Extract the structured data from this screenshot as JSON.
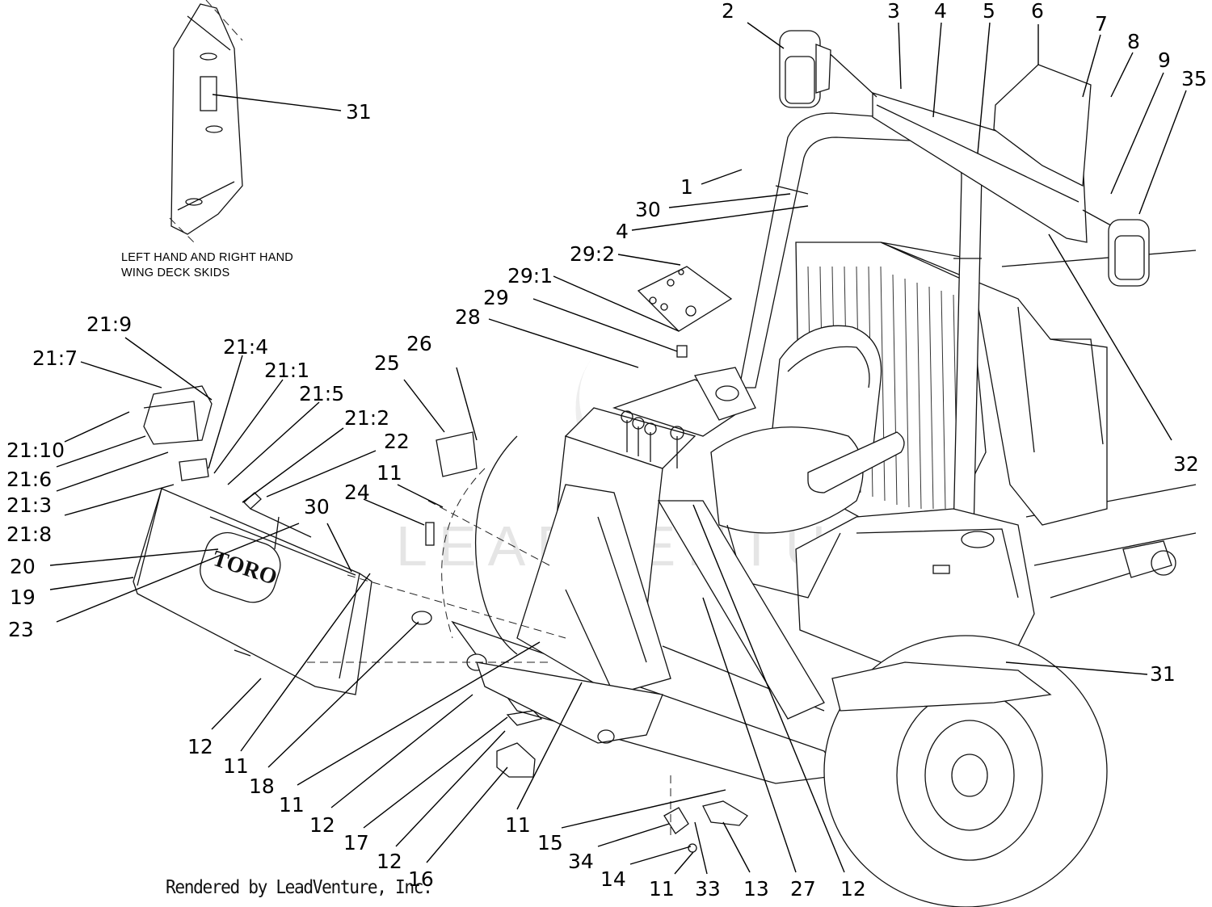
{
  "diagram": {
    "note": {
      "line1": "LEFT HAND AND RIGHT HAND",
      "line2": "WING DECK SKIDS"
    },
    "credit": "Rendered by LeadVenture, Inc.",
    "watermark": "LEADVENTURE",
    "decal": "TORO",
    "callouts": [
      {
        "id": "c1",
        "label": "2"
      },
      {
        "id": "c2",
        "label": "3"
      },
      {
        "id": "c3",
        "label": "4"
      },
      {
        "id": "c4",
        "label": "5"
      },
      {
        "id": "c5",
        "label": "6"
      },
      {
        "id": "c6",
        "label": "7"
      },
      {
        "id": "c7",
        "label": "8"
      },
      {
        "id": "c8",
        "label": "9"
      },
      {
        "id": "c9",
        "label": "35"
      },
      {
        "id": "c10",
        "label": "31"
      },
      {
        "id": "c11",
        "label": "1"
      },
      {
        "id": "c12",
        "label": "30"
      },
      {
        "id": "c13",
        "label": "4"
      },
      {
        "id": "c14",
        "label": "29:2"
      },
      {
        "id": "c15",
        "label": "29:1"
      },
      {
        "id": "c16",
        "label": "29"
      },
      {
        "id": "c17",
        "label": "28"
      },
      {
        "id": "c18",
        "label": "21:9"
      },
      {
        "id": "c19",
        "label": "21:7"
      },
      {
        "id": "c20",
        "label": "21:4"
      },
      {
        "id": "c21",
        "label": "21:1"
      },
      {
        "id": "c22",
        "label": "21:5"
      },
      {
        "id": "c23",
        "label": "21:2"
      },
      {
        "id": "c24",
        "label": "22"
      },
      {
        "id": "c25",
        "label": "21:10"
      },
      {
        "id": "c26",
        "label": "21:6"
      },
      {
        "id": "c27",
        "label": "21:3"
      },
      {
        "id": "c28",
        "label": "21:8"
      },
      {
        "id": "c29",
        "label": "26"
      },
      {
        "id": "c30",
        "label": "25"
      },
      {
        "id": "c31",
        "label": "11"
      },
      {
        "id": "c32",
        "label": "24"
      },
      {
        "id": "c33",
        "label": "30"
      },
      {
        "id": "c34",
        "label": "20"
      },
      {
        "id": "c35",
        "label": "19"
      },
      {
        "id": "c36",
        "label": "23"
      },
      {
        "id": "c37",
        "label": "32"
      },
      {
        "id": "c38",
        "label": "31"
      },
      {
        "id": "c39",
        "label": "12"
      },
      {
        "id": "c40",
        "label": "11"
      },
      {
        "id": "c41",
        "label": "18"
      },
      {
        "id": "c42",
        "label": "11"
      },
      {
        "id": "c43",
        "label": "12"
      },
      {
        "id": "c44",
        "label": "17"
      },
      {
        "id": "c45",
        "label": "12"
      },
      {
        "id": "c46",
        "label": "16"
      },
      {
        "id": "c47",
        "label": "11"
      },
      {
        "id": "c48",
        "label": "15"
      },
      {
        "id": "c49",
        "label": "34"
      },
      {
        "id": "c50",
        "label": "14"
      },
      {
        "id": "c51",
        "label": "11"
      },
      {
        "id": "c52",
        "label": "33"
      },
      {
        "id": "c53",
        "label": "13"
      },
      {
        "id": "c54",
        "label": "27"
      },
      {
        "id": "c55",
        "label": "12"
      }
    ]
  }
}
